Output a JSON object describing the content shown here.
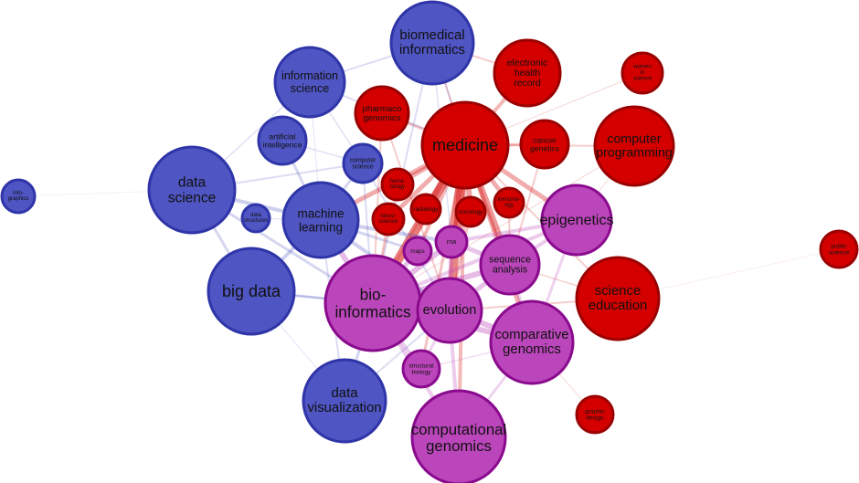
{
  "colors": {
    "blue": {
      "fill": "#4f55c2",
      "stroke": "#2f35a8"
    },
    "red": {
      "fill": "#d40000",
      "stroke": "#9a0000"
    },
    "purple": {
      "fill": "#bb46bb",
      "stroke": "#8a0a8e"
    }
  },
  "nodes": [
    {
      "id": "biomedical-informatics",
      "lines": [
        "biomedical",
        "informatics"
      ],
      "color": "blue",
      "size": 45
    },
    {
      "id": "information-science",
      "lines": [
        "information",
        "science"
      ],
      "color": "blue",
      "size": 38
    },
    {
      "id": "artificial-intelligence",
      "lines": [
        "artificial",
        "intelligence"
      ],
      "color": "blue",
      "size": 26
    },
    {
      "id": "computer-science",
      "lines": [
        "computer",
        "science"
      ],
      "color": "blue",
      "size": 21
    },
    {
      "id": "data-science",
      "lines": [
        "data",
        "science"
      ],
      "color": "blue",
      "size": 47
    },
    {
      "id": "data-structures",
      "lines": [
        "data",
        "structures"
      ],
      "color": "blue",
      "size": 15
    },
    {
      "id": "machine-learning",
      "lines": [
        "machine",
        "learning"
      ],
      "color": "blue",
      "size": 41
    },
    {
      "id": "big-data",
      "lines": [
        "big data"
      ],
      "color": "blue",
      "size": 47
    },
    {
      "id": "data-visualization",
      "lines": [
        "data",
        "visualization"
      ],
      "color": "blue",
      "size": 45
    },
    {
      "id": "infographics",
      "lines": [
        "info-",
        "graphics"
      ],
      "color": "blue",
      "size": 18
    },
    {
      "id": "electronic-health-record",
      "lines": [
        "electronic",
        "health",
        "record"
      ],
      "color": "red",
      "size": 36
    },
    {
      "id": "women-in-science",
      "lines": [
        "women",
        "in",
        "science"
      ],
      "color": "red",
      "size": 22
    },
    {
      "id": "pharmacogenomics",
      "lines": [
        "pharmaco",
        "genomics"
      ],
      "color": "red",
      "size": 29
    },
    {
      "id": "medicine",
      "lines": [
        "medicine"
      ],
      "color": "red",
      "size": 47
    },
    {
      "id": "cancer-genetics",
      "lines": [
        "cancer",
        "genetics"
      ],
      "color": "red",
      "size": 26
    },
    {
      "id": "computer-programming",
      "lines": [
        "computer",
        "programming"
      ],
      "color": "red",
      "size": 43
    },
    {
      "id": "hematology",
      "lines": [
        "hema-",
        "tology"
      ],
      "color": "red",
      "size": 17
    },
    {
      "id": "oncology",
      "lines": [
        "oncology"
      ],
      "color": "red",
      "size": 16
    },
    {
      "id": "immunology",
      "lines": [
        "immunol-",
        "ogy"
      ],
      "color": "red",
      "size": 16
    },
    {
      "id": "radiology",
      "lines": [
        "radiology"
      ],
      "color": "red",
      "size": 16
    },
    {
      "id": "neuroscience",
      "lines": [
        "neuro-",
        "science"
      ],
      "color": "red",
      "size": 17
    },
    {
      "id": "public-science",
      "lines": [
        "public",
        "science"
      ],
      "color": "red",
      "size": 20
    },
    {
      "id": "science-education",
      "lines": [
        "science",
        "education"
      ],
      "color": "red",
      "size": 45
    },
    {
      "id": "graphic-design",
      "lines": [
        "graphic",
        "design"
      ],
      "color": "red",
      "size": 20
    },
    {
      "id": "epigenetics",
      "lines": [
        "epigenetics"
      ],
      "color": "purple",
      "size": 38
    },
    {
      "id": "rna",
      "lines": [
        "rna"
      ],
      "color": "purple",
      "size": 17
    },
    {
      "id": "maps",
      "lines": [
        "maps"
      ],
      "color": "purple",
      "size": 15
    },
    {
      "id": "sequence-analysis",
      "lines": [
        "sequence",
        "analysis"
      ],
      "color": "purple",
      "size": 32
    },
    {
      "id": "bioinformatics",
      "lines": [
        "bio-",
        "informatics"
      ],
      "color": "purple",
      "size": 52
    },
    {
      "id": "evolution",
      "lines": [
        "evolution"
      ],
      "color": "purple",
      "size": 35
    },
    {
      "id": "comparative-genomics",
      "lines": [
        "comparative",
        "genomics"
      ],
      "color": "purple",
      "size": 45
    },
    {
      "id": "structural-biology",
      "lines": [
        "structural",
        "biology"
      ],
      "color": "purple",
      "size": 20
    },
    {
      "id": "computational-genomics",
      "lines": [
        "computational",
        "genomics"
      ],
      "color": "purple",
      "size": 51
    }
  ]
}
